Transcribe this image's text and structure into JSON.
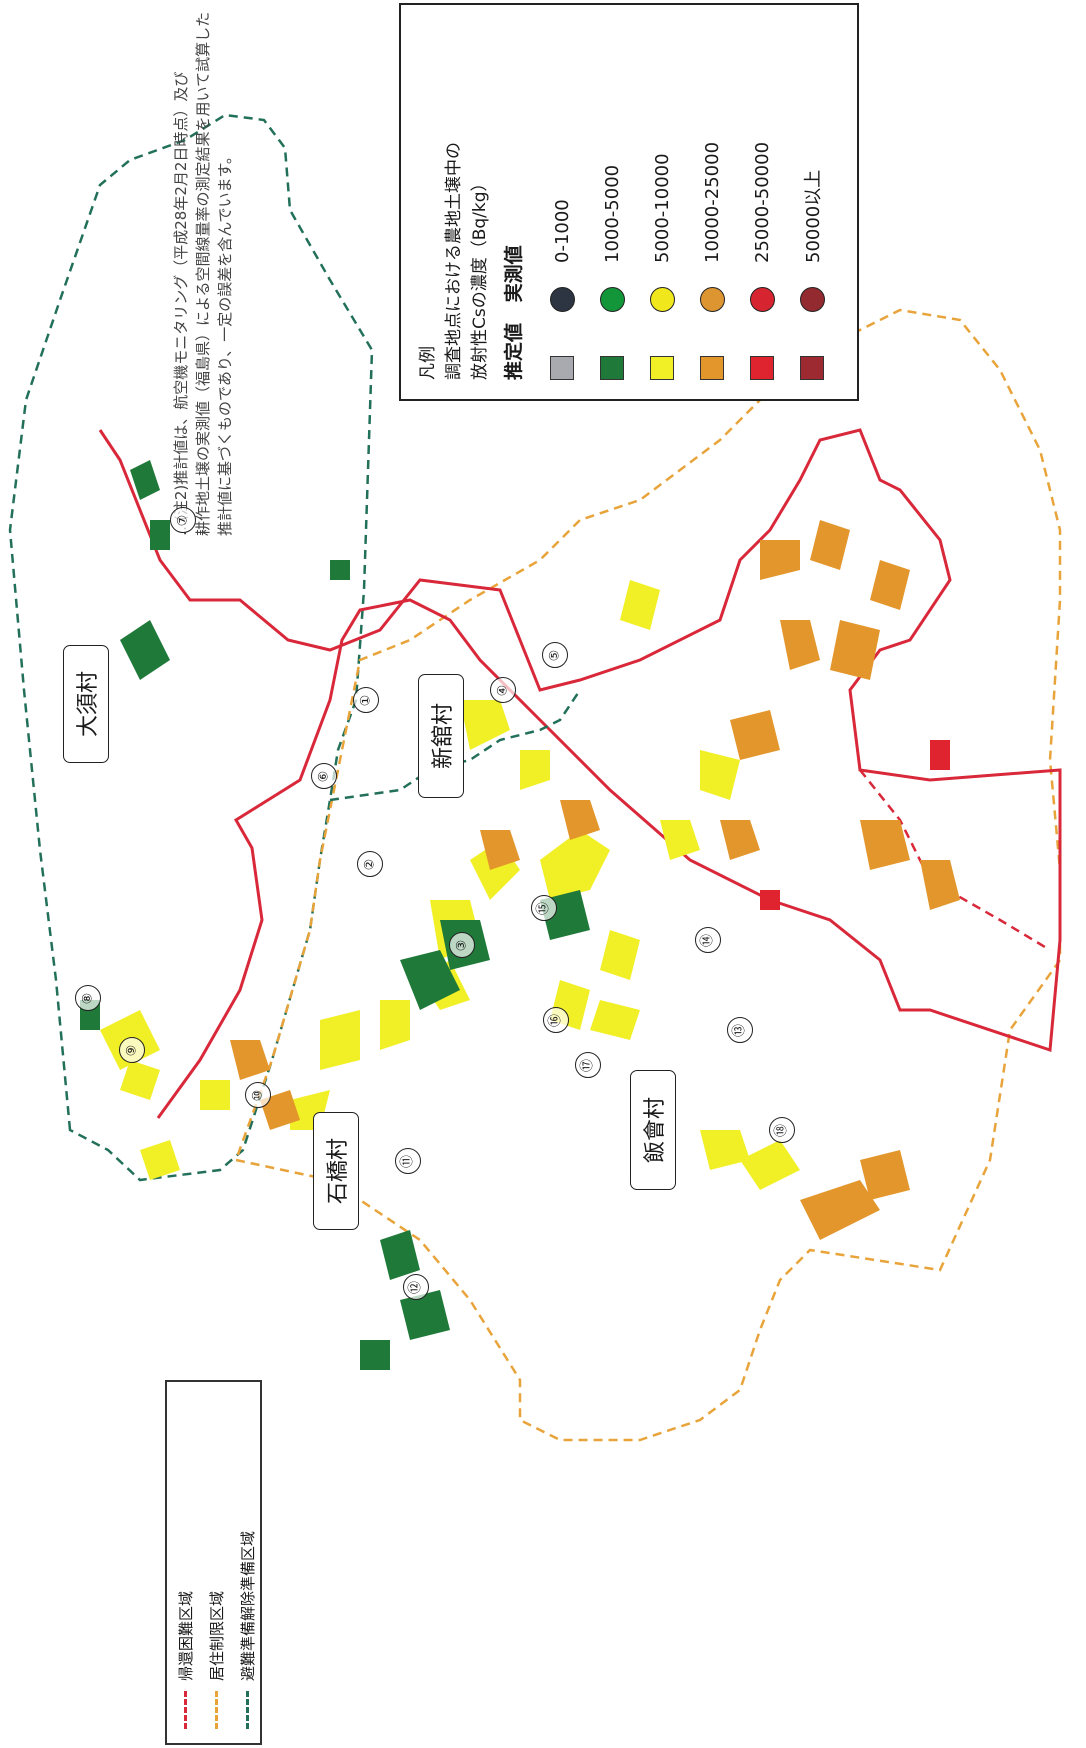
{
  "notes": {
    "line1": "…(注2)推計値は、航空機モニタリング（平成28年2月2日時点）及び",
    "line2": "耕作地土壌の実測値（福島県）による空間線量率の測定結果を用いて試算した",
    "line3": "推計値に基づくものであり、一定の誤差を含んでいます。"
  },
  "cs_legend": {
    "title_line1": "凡例",
    "title_line2": "調査地点における農地土壌中の",
    "title_line3": "放射性Csの濃度（Bq/kg）",
    "col_estimated": "推定値",
    "col_measured": "実測値",
    "rows": [
      {
        "label": "0-1000",
        "square": "#a9aab0",
        "circle": "#2d3442"
      },
      {
        "label": "1000-5000",
        "square": "#1f7a3a",
        "circle": "#13963a"
      },
      {
        "label": "5000-10000",
        "square": "#f1ef25",
        "circle": "#f0e81d"
      },
      {
        "label": "10000-25000",
        "square": "#e3962c",
        "circle": "#dd9532"
      },
      {
        "label": "25000-50000",
        "square": "#df2430",
        "circle": "#d62430"
      },
      {
        "label": "50000以上",
        "square": "#9c2a30",
        "circle": "#932a2f"
      }
    ]
  },
  "zone_legend": {
    "items": [
      {
        "label": "帰還困難区域",
        "color": "#d8283a"
      },
      {
        "label": "居住制限区域",
        "color": "#e8a43a"
      },
      {
        "label": "避難準備解除準備区域",
        "color": "#22705a"
      }
    ]
  },
  "villages": {
    "osu": "大須村",
    "niidate": "新舘村",
    "ishibashi": "石橋村",
    "iitoku": "飯會村"
  },
  "points": [
    "①",
    "②",
    "③",
    "④",
    "⑤",
    "⑥",
    "⑦",
    "⑧",
    "⑨",
    "⑩",
    "⑪",
    "⑫",
    "⑬",
    "⑭",
    "⑮",
    "⑯",
    "⑰",
    "⑱"
  ]
}
